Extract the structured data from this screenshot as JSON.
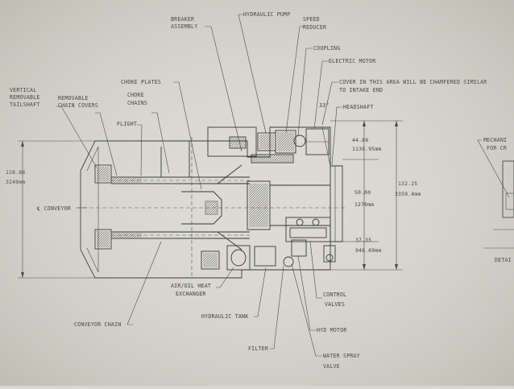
{
  "labels": {
    "breaker_assembly": [
      "BREAKER",
      "ASSEMBLY"
    ],
    "hydraulic_pump": "HYDRAULIC PUMP",
    "speed_reducer": [
      "SPEED",
      "REDUCER"
    ],
    "coupling": "COUPLING",
    "electric_motor": "ELECTRIC MOTOR",
    "cover_note": [
      "COVER IN THIS AREA WILL BE CHAMFERED SIMILAR",
      "TO INTAKE END"
    ],
    "chamfer_angle": "33°",
    "headshaft": "HEADSHAFT",
    "choke_plates": "CHOKE PLATES",
    "choke_chains": [
      "CHOKE",
      "CHAINS"
    ],
    "vertical_tailshaft": [
      "VERTICAL",
      "REMOVABLE",
      "TAILSHAFT"
    ],
    "removable_chain_covers": [
      "REMOVABLE",
      "CHAIN COVERS"
    ],
    "flight": "FLIGHT",
    "conveyor_centerline": "℄ CONVEYOR",
    "air_oil_heat_exchanger": [
      "AIR/OIL HEAT",
      "EXCHANGER"
    ],
    "hydraulic_tank": "HYDRAULIC TANK",
    "conveyor_chain": "CONVEYOR CHAIN",
    "filter": "FILTER",
    "control_valves": [
      "CONTROL",
      "VALVES"
    ],
    "hyd_motor": "HYD MOTOR",
    "water_spray_valve": [
      "WATER SPRAY",
      "VALVE"
    ],
    "mechanical_partial": [
      "MECHANI",
      "FOR CR"
    ],
    "detail_partial": "DETAI"
  },
  "dimensions": {
    "overall_width": [
      "128.88",
      "3249mm"
    ],
    "top_section": [
      "44.88",
      "1139.95mm"
    ],
    "middle_section": [
      "50.00",
      "1270mm"
    ],
    "bottom_section": [
      "37.35",
      "948.69mm"
    ],
    "overall_right": [
      "132.25",
      "3359.4mm"
    ]
  }
}
